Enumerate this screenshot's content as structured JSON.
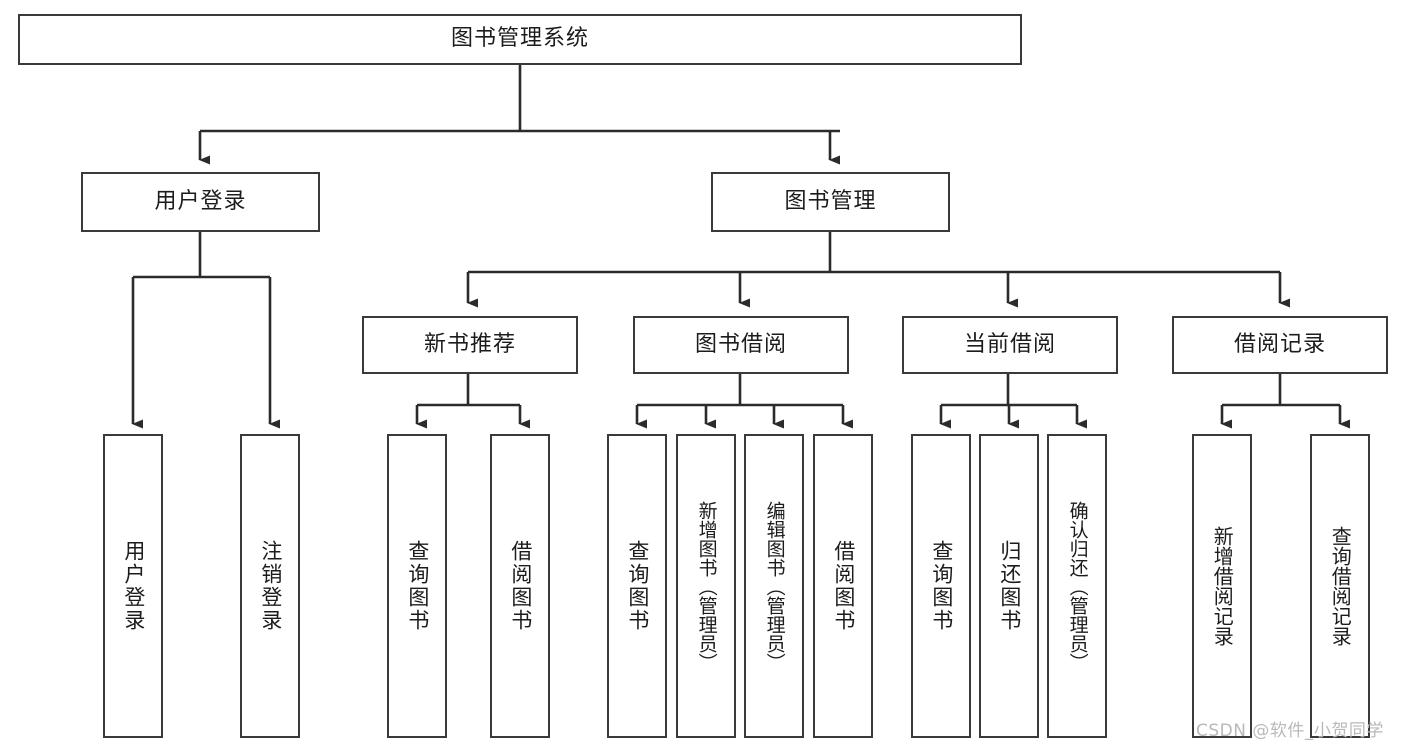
{
  "diagram": {
    "title": "图书管理系统",
    "orientation": "top-down-tree",
    "colors": {
      "box_border": "#3a3a3a",
      "box_fill": "#ffffff",
      "connector": "#2b2b2b",
      "text": "#1c1c1c",
      "watermark": "#b9b9b9",
      "background": "#ffffff"
    },
    "levels": {
      "root": {
        "id": "root",
        "label": "图书管理系统"
      },
      "level2": [
        {
          "id": "user-login",
          "label": "用户登录"
        },
        {
          "id": "book-management",
          "label": "图书管理"
        }
      ],
      "level3": [
        {
          "id": "new-book-recommend",
          "label": "新书推荐",
          "parent": "book-management"
        },
        {
          "id": "book-borrow",
          "label": "图书借阅",
          "parent": "book-management"
        },
        {
          "id": "current-borrow",
          "label": "当前借阅",
          "parent": "book-management"
        },
        {
          "id": "borrow-record",
          "label": "借阅记录",
          "parent": "book-management"
        }
      ],
      "leaves": [
        {
          "id": "leaf-user-login",
          "label": "用户登录",
          "parent": "user-login"
        },
        {
          "id": "leaf-logout-login",
          "label": "注销登录",
          "parent": "user-login"
        },
        {
          "id": "leaf-query-book-1",
          "label": "查询图书",
          "parent": "new-book-recommend"
        },
        {
          "id": "leaf-borrow-book-1",
          "label": "借阅图书",
          "parent": "new-book-recommend"
        },
        {
          "id": "leaf-query-book-2",
          "label": "查询图书",
          "parent": "book-borrow"
        },
        {
          "id": "leaf-add-book",
          "label": "新增图书（管理员）",
          "parent": "book-borrow"
        },
        {
          "id": "leaf-edit-book",
          "label": "编辑图书（管理员）",
          "parent": "book-borrow"
        },
        {
          "id": "leaf-borrow-book-2",
          "label": "借阅图书",
          "parent": "book-borrow"
        },
        {
          "id": "leaf-query-book-3",
          "label": "查询图书",
          "parent": "current-borrow"
        },
        {
          "id": "leaf-return-book",
          "label": "归还图书",
          "parent": "current-borrow"
        },
        {
          "id": "leaf-confirm-return",
          "label": "确认归还（管理员）",
          "parent": "current-borrow"
        },
        {
          "id": "leaf-add-borrow-record",
          "label": "新增借阅记录",
          "parent": "borrow-record"
        },
        {
          "id": "leaf-query-borrow-record",
          "label": "查询借阅记录",
          "parent": "borrow-record"
        }
      ]
    }
  },
  "watermark": {
    "text": "CSDN @软件_小贺同学"
  }
}
